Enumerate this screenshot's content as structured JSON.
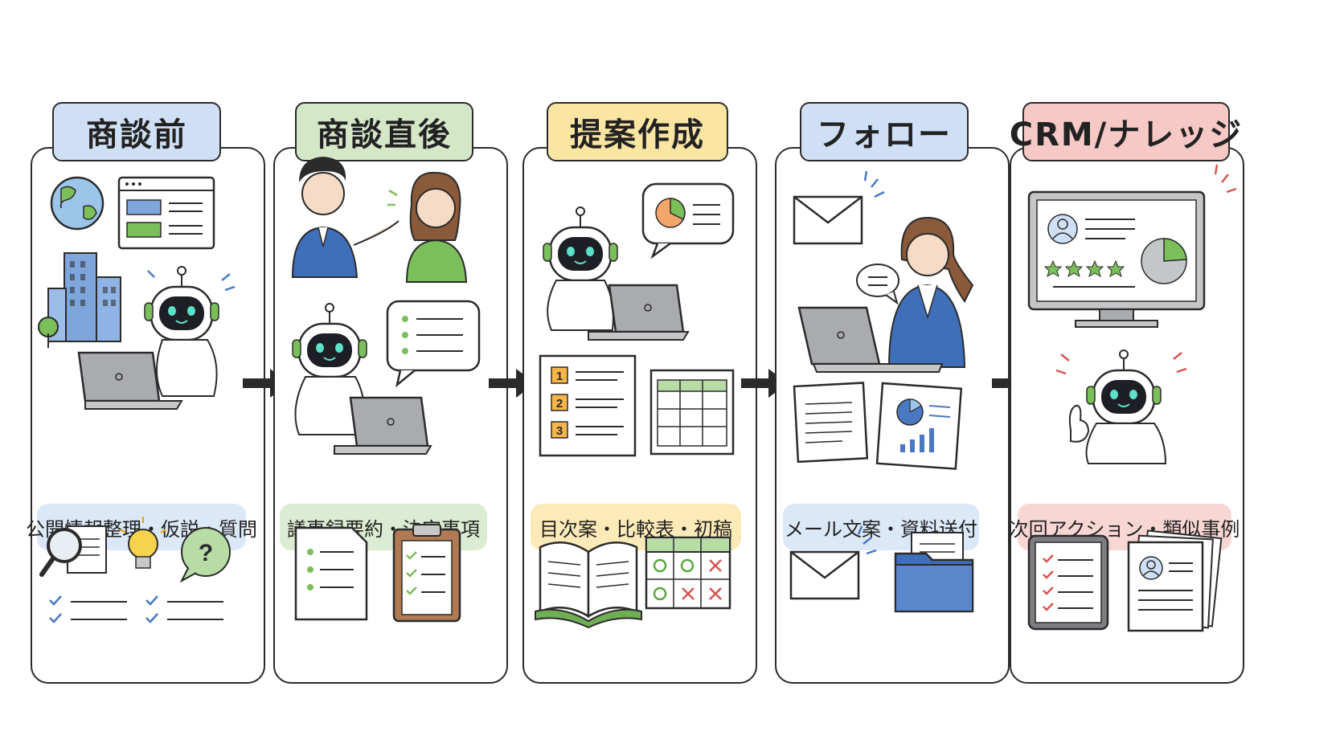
{
  "stages": [
    {
      "title": "商談前",
      "caption": "公開情報整理・仮説・質問",
      "color": "#cfe0f5",
      "caption_color": "#dbe8f7"
    },
    {
      "title": "商談直後",
      "caption": "議事録要約・決定事項",
      "color": "#d4e8c8",
      "caption_color": "#dcecd2"
    },
    {
      "title": "提案作成",
      "caption": "目次案・比較表・初稿",
      "color": "#fbe5a3",
      "caption_color": "#fcebb8"
    },
    {
      "title": "フォロー",
      "caption": "メール文案・資料送付",
      "color": "#cfe0f5",
      "caption_color": "#dbe8f7"
    },
    {
      "title": "CRM/ナレッジ",
      "caption": "次回アクション・類似事例",
      "color": "#f6c9c6",
      "caption_color": "#f8d6d3"
    }
  ],
  "list_numbers": [
    "1",
    "2",
    "3"
  ],
  "question_mark": "?",
  "colors": {
    "robot_face": "#1d1f24",
    "robot_eye": "#5de0c9",
    "laptop": "#a9abae",
    "accent_green": "#7bbf5a",
    "accent_blue": "#4a78c2",
    "accent_red": "#d9534f"
  }
}
